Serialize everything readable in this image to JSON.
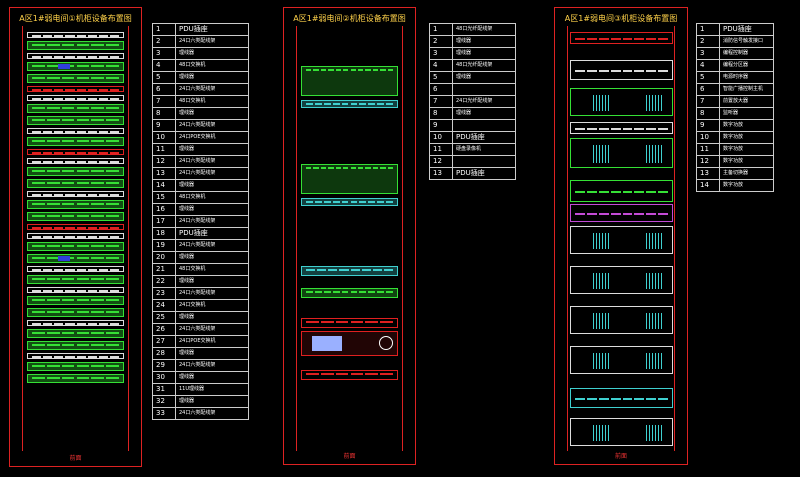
{
  "colors": {
    "frame": "#d22",
    "title": "#ffd24a",
    "label": "#ffffff",
    "grid": "#cccccc",
    "device_green": "#35e035",
    "device_cyan": "#3fd0d0",
    "device_blue": "#2f3fdc",
    "device_red": "#e02020"
  },
  "racks": [
    {
      "id": "A",
      "title": "A区1#弱电间①机柜设备布置图",
      "footer": "前面"
    },
    {
      "id": "B",
      "title": "A区1#弱电间②机柜设备布置图",
      "footer": "前面"
    },
    {
      "id": "C",
      "title": "A区1#弱电间③机柜设备布置图",
      "footer": "前面"
    }
  ],
  "legend_a": [
    {
      "n": "1",
      "label": "PDU插座"
    },
    {
      "n": "2",
      "label": "24口六类配线架"
    },
    {
      "n": "3",
      "label": "理线器"
    },
    {
      "n": "4",
      "label": "48口交换机"
    },
    {
      "n": "5",
      "label": "理线器"
    },
    {
      "n": "6",
      "label": "24口六类配线架"
    },
    {
      "n": "7",
      "label": "48口交换机"
    },
    {
      "n": "8",
      "label": "理线器"
    },
    {
      "n": "9",
      "label": "24口六类配线架"
    },
    {
      "n": "10",
      "label": "24口POE交换机"
    },
    {
      "n": "11",
      "label": "理线器"
    },
    {
      "n": "12",
      "label": "24口六类配线架"
    },
    {
      "n": "13",
      "label": "24口六类配线架"
    },
    {
      "n": "14",
      "label": "理线器"
    },
    {
      "n": "15",
      "label": "48口交换机"
    },
    {
      "n": "16",
      "label": "理线器"
    },
    {
      "n": "17",
      "label": "24口六类配线架"
    },
    {
      "n": "18",
      "label": "PDU插座"
    },
    {
      "n": "19",
      "label": "24口六类配线架"
    },
    {
      "n": "20",
      "label": "理线器"
    },
    {
      "n": "21",
      "label": "48口交换机"
    },
    {
      "n": "22",
      "label": "理线器"
    },
    {
      "n": "23",
      "label": "24口六类配线架"
    },
    {
      "n": "24",
      "label": "24口交换机"
    },
    {
      "n": "25",
      "label": "理线器"
    },
    {
      "n": "26",
      "label": "24口六类配线架"
    },
    {
      "n": "27",
      "label": "24口POE交换机"
    },
    {
      "n": "28",
      "label": "理线器"
    },
    {
      "n": "29",
      "label": "24口六类配线架"
    },
    {
      "n": "30",
      "label": "理线器"
    },
    {
      "n": "31",
      "label": "11U理线器"
    },
    {
      "n": "32",
      "label": "理线器"
    },
    {
      "n": "33",
      "label": "24口六类配线架"
    }
  ],
  "legend_b": [
    {
      "n": "1",
      "label": "48口光纤配线架"
    },
    {
      "n": "2",
      "label": "理线器"
    },
    {
      "n": "3",
      "label": "理线器"
    },
    {
      "n": "4",
      "label": "48口光纤配线架"
    },
    {
      "n": "5",
      "label": "理线器"
    },
    {
      "n": "6",
      "label": ""
    },
    {
      "n": "7",
      "label": "24口光纤配线架"
    },
    {
      "n": "8",
      "label": "理线器"
    },
    {
      "n": "9",
      "label": ""
    },
    {
      "n": "10",
      "label": "PDU插座"
    },
    {
      "n": "11",
      "label": "硬盘录像机"
    },
    {
      "n": "12",
      "label": ""
    },
    {
      "n": "13",
      "label": "PDU插座"
    }
  ],
  "legend_c": [
    {
      "n": "1",
      "label": "PDU插座"
    },
    {
      "n": "2",
      "label": "消防信号触发接口"
    },
    {
      "n": "3",
      "label": "编程控制器"
    },
    {
      "n": "4",
      "label": "编程分区器"
    },
    {
      "n": "5",
      "label": "电源时序器"
    },
    {
      "n": "6",
      "label": "智能广播控制主机"
    },
    {
      "n": "7",
      "label": "前置放大器"
    },
    {
      "n": "8",
      "label": "监听器"
    },
    {
      "n": "9",
      "label": "数字功放"
    },
    {
      "n": "10",
      "label": "数字功放"
    },
    {
      "n": "11",
      "label": "数字功放"
    },
    {
      "n": "12",
      "label": "数字功放"
    },
    {
      "n": "13",
      "label": "主备切换器"
    },
    {
      "n": "14",
      "label": "数字功放"
    }
  ]
}
